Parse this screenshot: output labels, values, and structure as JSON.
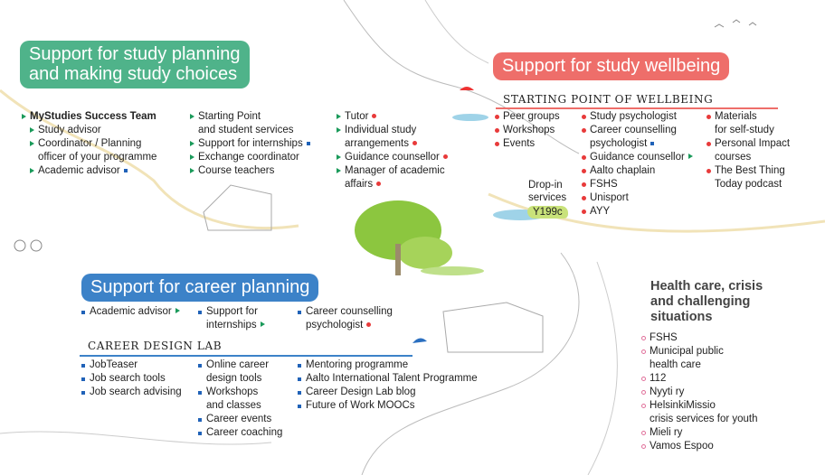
{
  "colors": {
    "green": "#4fb38a",
    "red": "#ee6e6a",
    "blue": "#3c82c8"
  },
  "study_planning": {
    "title": "Support for study planning\nand making study choices",
    "col1": [
      {
        "text": "MyStudies Success Team",
        "marker": "arrow",
        "level": 0,
        "bold": true
      },
      {
        "text": "Study advisor",
        "marker": "arrow",
        "level": 1
      },
      {
        "text": "Coordinator / Planning\nofficer of your programme",
        "marker": "arrow",
        "level": 1
      },
      {
        "text": "Academic advisor",
        "marker": "arrow",
        "level": 1,
        "tail": "square"
      }
    ],
    "col2": [
      {
        "text": "Starting Point\nand student services",
        "marker": "arrow"
      },
      {
        "text": "Support for internships",
        "marker": "arrow",
        "tail": "square"
      },
      {
        "text": "Exchange coordinator",
        "marker": "arrow"
      },
      {
        "text": "Course teachers",
        "marker": "arrow"
      }
    ],
    "col3": [
      {
        "text": "Tutor",
        "marker": "arrow",
        "tail": "dot"
      },
      {
        "text": "Individual study\narrangements",
        "marker": "arrow",
        "tail": "dot"
      },
      {
        "text": "Guidance counsellor",
        "marker": "arrow",
        "tail": "dot"
      },
      {
        "text": "Manager of academic\naffairs",
        "marker": "arrow",
        "tail": "dot"
      }
    ]
  },
  "wellbeing": {
    "title": "Support for study wellbeing",
    "subtitle": "STARTING POINT OF WELLBEING",
    "col1": [
      {
        "text": "Peer groups",
        "marker": "dot"
      },
      {
        "text": "Workshops",
        "marker": "dot"
      },
      {
        "text": "Events",
        "marker": "dot"
      }
    ],
    "col2": [
      {
        "text": "Study psychologist",
        "marker": "dot"
      },
      {
        "text": "Career counselling\npsychologist",
        "marker": "dot",
        "tail": "square"
      },
      {
        "text": "Guidance counsellor",
        "marker": "dot",
        "tail": "arrow"
      },
      {
        "text": "Aalto chaplain",
        "marker": "dot"
      },
      {
        "text": "FSHS",
        "marker": "dot"
      },
      {
        "text": "Unisport",
        "marker": "dot"
      },
      {
        "text": "AYY",
        "marker": "dot"
      }
    ],
    "col3": [
      {
        "text": "Materials\nfor self-study",
        "marker": "dot"
      },
      {
        "text": "Personal Impact\ncourses",
        "marker": "dot"
      },
      {
        "text": "The Best Thing\nToday podcast",
        "marker": "dot"
      }
    ],
    "dropin_label": "Drop-in\nservices",
    "dropin_room": "Y199c"
  },
  "career": {
    "title": "Support for career planning",
    "top_col1": [
      {
        "text": "Academic advisor",
        "marker": "square",
        "tail": "arrow"
      }
    ],
    "top_col2": [
      {
        "text": "Support for\ninternships",
        "marker": "square",
        "tail": "arrow"
      }
    ],
    "top_col3": [
      {
        "text": "Career counselling\npsychologist",
        "marker": "square",
        "tail": "dot"
      }
    ],
    "lab_title": "CAREER DESIGN LAB",
    "lab_col1": [
      {
        "text": "JobTeaser",
        "marker": "square"
      },
      {
        "text": "Job search tools",
        "marker": "square"
      },
      {
        "text": "Job search advising",
        "marker": "square"
      }
    ],
    "lab_col2": [
      {
        "text": "Online career\ndesign tools",
        "marker": "square"
      },
      {
        "text": "Workshops\nand classes",
        "marker": "square"
      },
      {
        "text": "Career events",
        "marker": "square"
      },
      {
        "text": "Career coaching",
        "marker": "square"
      }
    ],
    "lab_col3": [
      {
        "text": "Mentoring programme",
        "marker": "square"
      },
      {
        "text": "Aalto International Talent Programme",
        "marker": "square"
      },
      {
        "text": "Career Design Lab blog",
        "marker": "square"
      },
      {
        "text": "Future of Work MOOCs",
        "marker": "square"
      }
    ]
  },
  "health": {
    "title": "Health care, crisis\nand challenging\nsituations",
    "items": [
      {
        "text": "FSHS",
        "marker": "circle"
      },
      {
        "text": "Municipal public\nhealth care",
        "marker": "circle"
      },
      {
        "text": "112",
        "marker": "circle"
      },
      {
        "text": "Nyyti ry",
        "marker": "circle"
      },
      {
        "text": "HelsinkiMissio\ncrisis services for youth",
        "marker": "circle"
      },
      {
        "text": "Mieli ry",
        "marker": "circle"
      },
      {
        "text": "Vamos Espoo",
        "marker": "circle"
      }
    ]
  }
}
